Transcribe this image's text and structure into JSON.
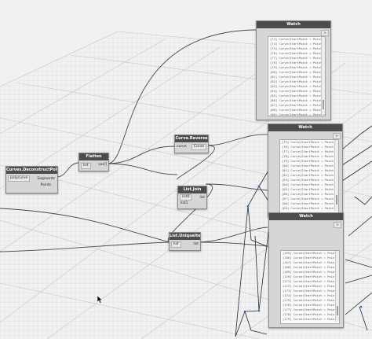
{
  "nodes": {
    "deconstruct": {
      "title": "Curves.DeconstructPolyCurve",
      "input": "polycurve",
      "outputs": [
        "Segments",
        "Points"
      ]
    },
    "flatten": {
      "title": "Flatten",
      "input": "list",
      "output": "var[]"
    },
    "reverse": {
      "title": "Curve.Reverse",
      "input": "curve",
      "output": "Curve"
    },
    "join": {
      "title": "List.Join",
      "inputs": [
        "list0",
        "list1"
      ],
      "output": "list"
    },
    "unique": {
      "title": "List.UniqueItems",
      "input": "list",
      "output": "list"
    }
  },
  "watches": [
    {
      "title": "Watch",
      "out_label": ">",
      "lines": [
        "[73] Curve(StartPoint = Point(X =",
        "[74] Curve(StartPoint = Point(X =",
        "[75] Curve(StartPoint = Point(X =",
        "[76] Curve(StartPoint = Point(X =",
        "[77] Curve(StartPoint = Point(X =",
        "[78] Curve(StartPoint = Point(X =",
        "[79] Curve(StartPoint = Point(X =",
        "[80] Curve(StartPoint = Point(X =",
        "[81] Curve(StartPoint = Point(X =",
        "[82] Curve(StartPoint = Point(X =",
        "[83] Curve(StartPoint = Point(X =",
        "[84] Curve(StartPoint = Point(X =",
        "[85] Curve(StartPoint = Point(X =",
        "[86] Curve(StartPoint = Point(X =",
        "[87] Curve(StartPoint = Point(X =",
        "[88] Curve(StartPoint = Point(X =",
        "[89] Curve(StartPoint = Point(X ="
      ]
    },
    {
      "title": "Watch",
      "out_label": ">",
      "lines": [
        "[75] Curve(StartPoint = Point(X =",
        "[76] Curve(StartPoint = Point(X =",
        "[77] Curve(StartPoint = Point(X =",
        "[78] Curve(StartPoint = Point(X =",
        "[79] Curve(StartPoint = Point(X =",
        "[80] Curve(StartPoint = Point(X =",
        "[81] Curve(StartPoint = Point(X =",
        "[82] Curve(StartPoint = Point(X =",
        "[83] Curve(StartPoint = Point(X =",
        "[84] Curve(StartPoint = Point(X =",
        "[85] Curve(StartPoint = Point(X =",
        "[86] Curve(StartPoint = Point(X =",
        "[87] Curve(StartPoint = Point(X =",
        "[88] Curve(StartPoint = Point(X =",
        "[89] Curve(StartPoint = Point(X ="
      ]
    },
    {
      "title": "Watch",
      "out_label": ">",
      "lines": [
        "[165] Curve(StartPoint = Point(X",
        "[166] Curve(StartPoint = Point(X",
        "[167] Curve(StartPoint = Point(X",
        "[168] Curve(StartPoint = Point(X",
        "[169] Curve(StartPoint = Point(X",
        "[170] Curve(StartPoint = Point(X",
        "[171] Curve(StartPoint = Point(X",
        "[172] Curve(StartPoint = Point(X",
        "[173] Curve(StartPoint = Point(X",
        "[174] Curve(StartPoint = Point(X",
        "[175] Curve(StartPoint = Point(X",
        "[176] Curve(StartPoint = Point(X",
        "[177] Curve(StartPoint = Point(X",
        "[178] Curve(StartPoint = Point(X",
        "[179] Curve(StartPoint = Point(X"
      ]
    }
  ],
  "cursor_icon": "arrow-cursor-icon"
}
